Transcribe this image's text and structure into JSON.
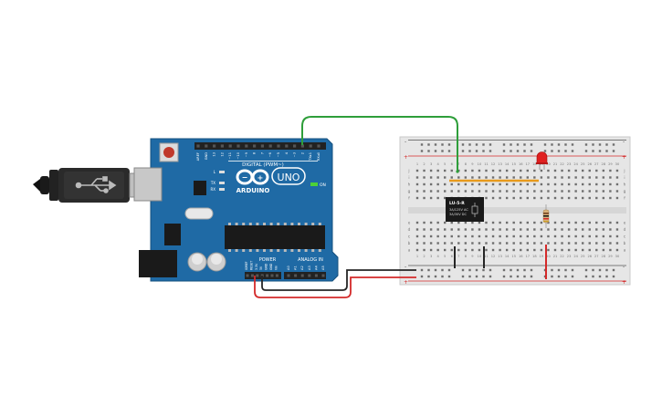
{
  "arduino": {
    "logo_text": "ARDUINO",
    "model": "UNO",
    "digital_header_label": "DIGITAL (PWM~)",
    "power_label": "POWER",
    "analog_label": "ANALOG IN",
    "on_label": "ON",
    "l_label": "L",
    "tx_label": "TX",
    "rx_label": "RX",
    "digital_pins": [
      "AREF",
      "GND",
      "13",
      "12",
      "~11",
      "~10",
      "~9",
      "8",
      "7",
      "~6",
      "~5",
      "4",
      "~3",
      "2",
      "TX▸1",
      "RX◂0"
    ],
    "power_pins": [
      "IOREF",
      "RESET",
      "3.3V",
      "5V",
      "GND",
      "GND",
      "Vin"
    ],
    "analog_pins": [
      "A0",
      "A1",
      "A2",
      "A3",
      "A4",
      "A5"
    ]
  },
  "breadboard": {
    "row_letters_top": [
      "j",
      "i",
      "h",
      "g",
      "f"
    ],
    "row_letters_bottom": [
      "e",
      "d",
      "c",
      "b",
      "a"
    ],
    "column_numbers": [
      "1",
      "2",
      "3",
      "4",
      "5",
      "6",
      "7",
      "8",
      "9",
      "10",
      "11",
      "12",
      "13",
      "14",
      "15",
      "16",
      "17",
      "18",
      "19",
      "20",
      "21",
      "22",
      "23",
      "24",
      "25",
      "26",
      "27",
      "28",
      "29",
      "30"
    ],
    "rail_plus": "+",
    "rail_minus": "-"
  },
  "relay": {
    "line1": "LU-5-R",
    "line2": "3A/125V AC",
    "line3": "3A/30V DC"
  },
  "colors": {
    "arduino_board": "#1f6aa5",
    "breadboard": "#e6e6e6",
    "wire_green": "#2e9e3a",
    "wire_black": "#262626",
    "wire_red": "#d42a2a",
    "wire_orange": "#e89a1c",
    "led_red": "#e02020",
    "relay_body": "#1a1a1a"
  }
}
